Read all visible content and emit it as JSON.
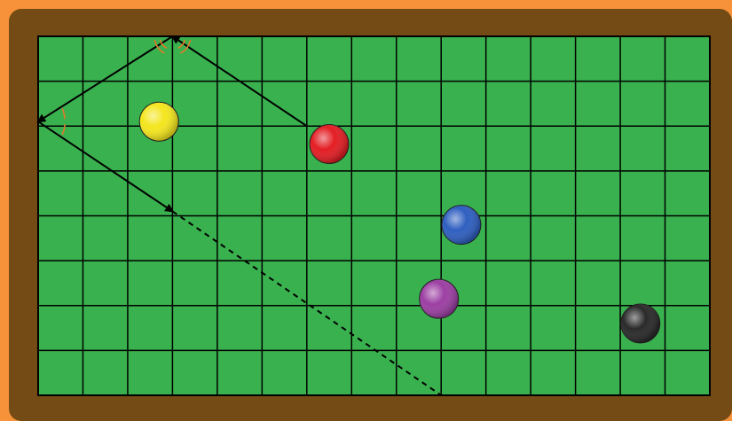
{
  "table": {
    "columns": 15,
    "rows": 8,
    "colors": {
      "background": "#f7923a",
      "frame": "#744b14",
      "felt": "#39b14e",
      "grid": "#000000",
      "angle_marks": "#e07a2a"
    }
  },
  "balls": [
    {
      "name": "yellow-ball",
      "color": "#f4e61e",
      "col": 2.7,
      "row": 1.9
    },
    {
      "name": "red-ball",
      "color": "#e31e24",
      "col": 6.5,
      "row": 2.4
    },
    {
      "name": "blue-ball",
      "color": "#2f5fc0",
      "col": 9.45,
      "row": 4.2
    },
    {
      "name": "purple-ball",
      "color": "#9c3fa3",
      "col": 8.95,
      "row": 5.85
    },
    {
      "name": "black-ball",
      "color": "#2a2a2a",
      "col": 13.45,
      "row": 6.4
    }
  ],
  "trajectory": {
    "solid_points": [
      [
        6.0,
        2.0
      ],
      [
        3.0,
        0.0
      ],
      [
        0.0,
        1.9
      ],
      [
        3.0,
        3.9
      ]
    ],
    "dashed_points": [
      [
        3.0,
        3.9
      ],
      [
        9.0,
        8.0
      ]
    ],
    "angle_marks_at": [
      [
        3.0,
        0.0
      ],
      [
        0.0,
        1.9
      ]
    ]
  }
}
